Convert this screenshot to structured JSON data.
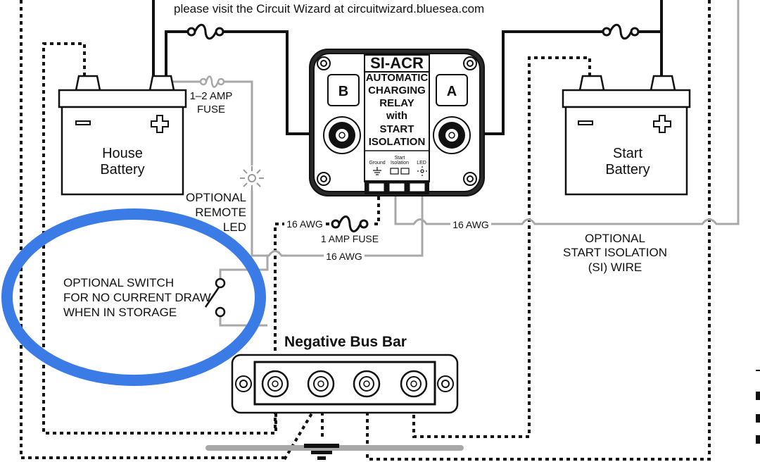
{
  "header": {
    "text": "please visit the Circuit Wizard at circuitwizard.bluesea.com"
  },
  "house_battery": {
    "line1": "House",
    "line2": "Battery"
  },
  "start_battery": {
    "line1": "Start",
    "line2": "Battery"
  },
  "relay": {
    "model": "SI-ACR",
    "desc": [
      "AUTOMATIC",
      "CHARGING",
      "RELAY",
      "with",
      "START",
      "ISOLATION"
    ],
    "term_b": "B",
    "term_a": "A",
    "lbl_ground": "Ground",
    "lbl_start1": "Start",
    "lbl_start2": "Isolation",
    "lbl_led": "LED"
  },
  "labels": {
    "fuse_12_line1": "1–2 AMP",
    "fuse_12_line2": "FUSE",
    "remote_led": [
      "OPTIONAL",
      "REMOTE",
      "LED"
    ],
    "awg_a": "16 AWG",
    "awg_b": "16 AWG",
    "awg_c": "16 AWG",
    "fuse_1amp": "1 AMP FUSE",
    "si_wire": [
      "OPTIONAL",
      "START ISOLATION",
      "(SI) WIRE"
    ],
    "switch": [
      "OPTIONAL SWITCH",
      "FOR NO CURRENT DRAW",
      "WHEN IN STORAGE"
    ],
    "bus_bar": "Negative Bus Bar"
  },
  "colors": {
    "highlight_ellipse": "#3a7be6",
    "wire_gray": "#a8a8a8",
    "wire_black": "#111111"
  }
}
